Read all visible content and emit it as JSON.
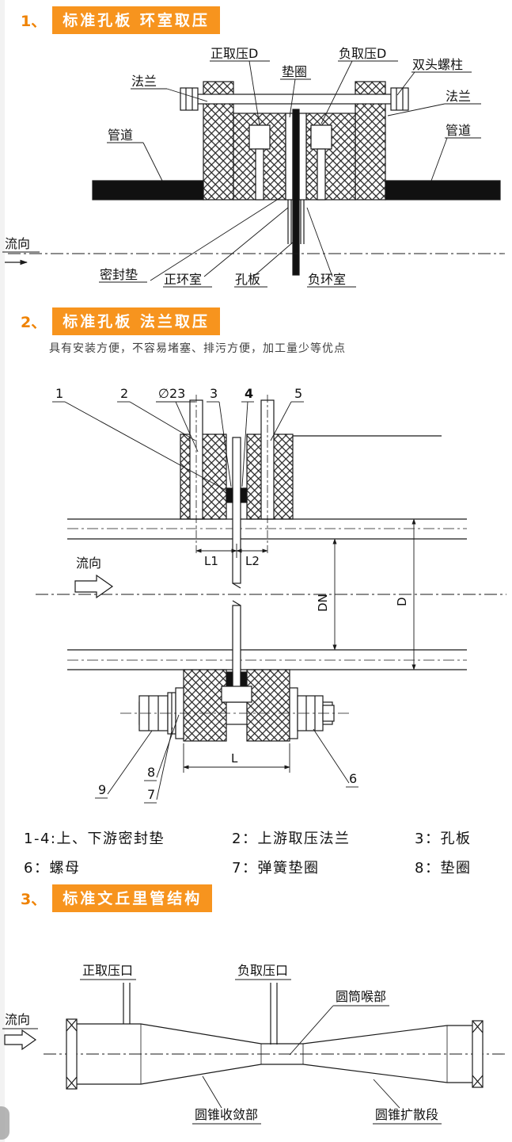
{
  "colors": {
    "accent": "#f7941e",
    "ink": "#1a1a1a"
  },
  "sections": {
    "s1": {
      "number": "1、",
      "title": "标准孔板 环室取压",
      "labels": {
        "flange_left": "法兰",
        "pipe_left": "管道",
        "pos_tap": "正取压D",
        "gasket_ring": "垫圈",
        "neg_tap": "负取压D",
        "stud": "双头螺柱",
        "flange_right": "法兰",
        "pipe_right": "管道",
        "flow": "流向",
        "seal": "密封垫",
        "pos_chamber": "正环室",
        "orifice": "孔板",
        "neg_chamber": "负环室"
      }
    },
    "s2": {
      "number": "2、",
      "title": "标准孔板 法兰取压",
      "subtitle": "具有安装方便，不容易堵塞、排污方便，加工量少等优点",
      "callouts": {
        "c1": "1",
        "c2": "2",
        "dia": "∅23",
        "c3": "3",
        "c4": "4",
        "c5": "5",
        "c6": "6",
        "c7": "7",
        "c8": "8",
        "c9": "9"
      },
      "dims": {
        "L1": "L1",
        "L2": "L2",
        "DN": "DN",
        "D": "D",
        "L": "L"
      },
      "flow": "流向",
      "legend": [
        [
          "1-4:上、下游密封垫",
          "2：上游取压法兰",
          "3：孔板"
        ],
        [
          "6：螺母",
          "7：弹簧垫圈",
          "8：垫圈"
        ]
      ]
    },
    "s3": {
      "number": "3、",
      "title": "标准文丘里管结构",
      "labels": {
        "pos_port": "正取压口",
        "neg_port": "负取压口",
        "throat": "圆筒喉部",
        "flow": "流向",
        "converge": "圆锥收敛部",
        "diverge": "圆锥扩散段"
      }
    }
  }
}
